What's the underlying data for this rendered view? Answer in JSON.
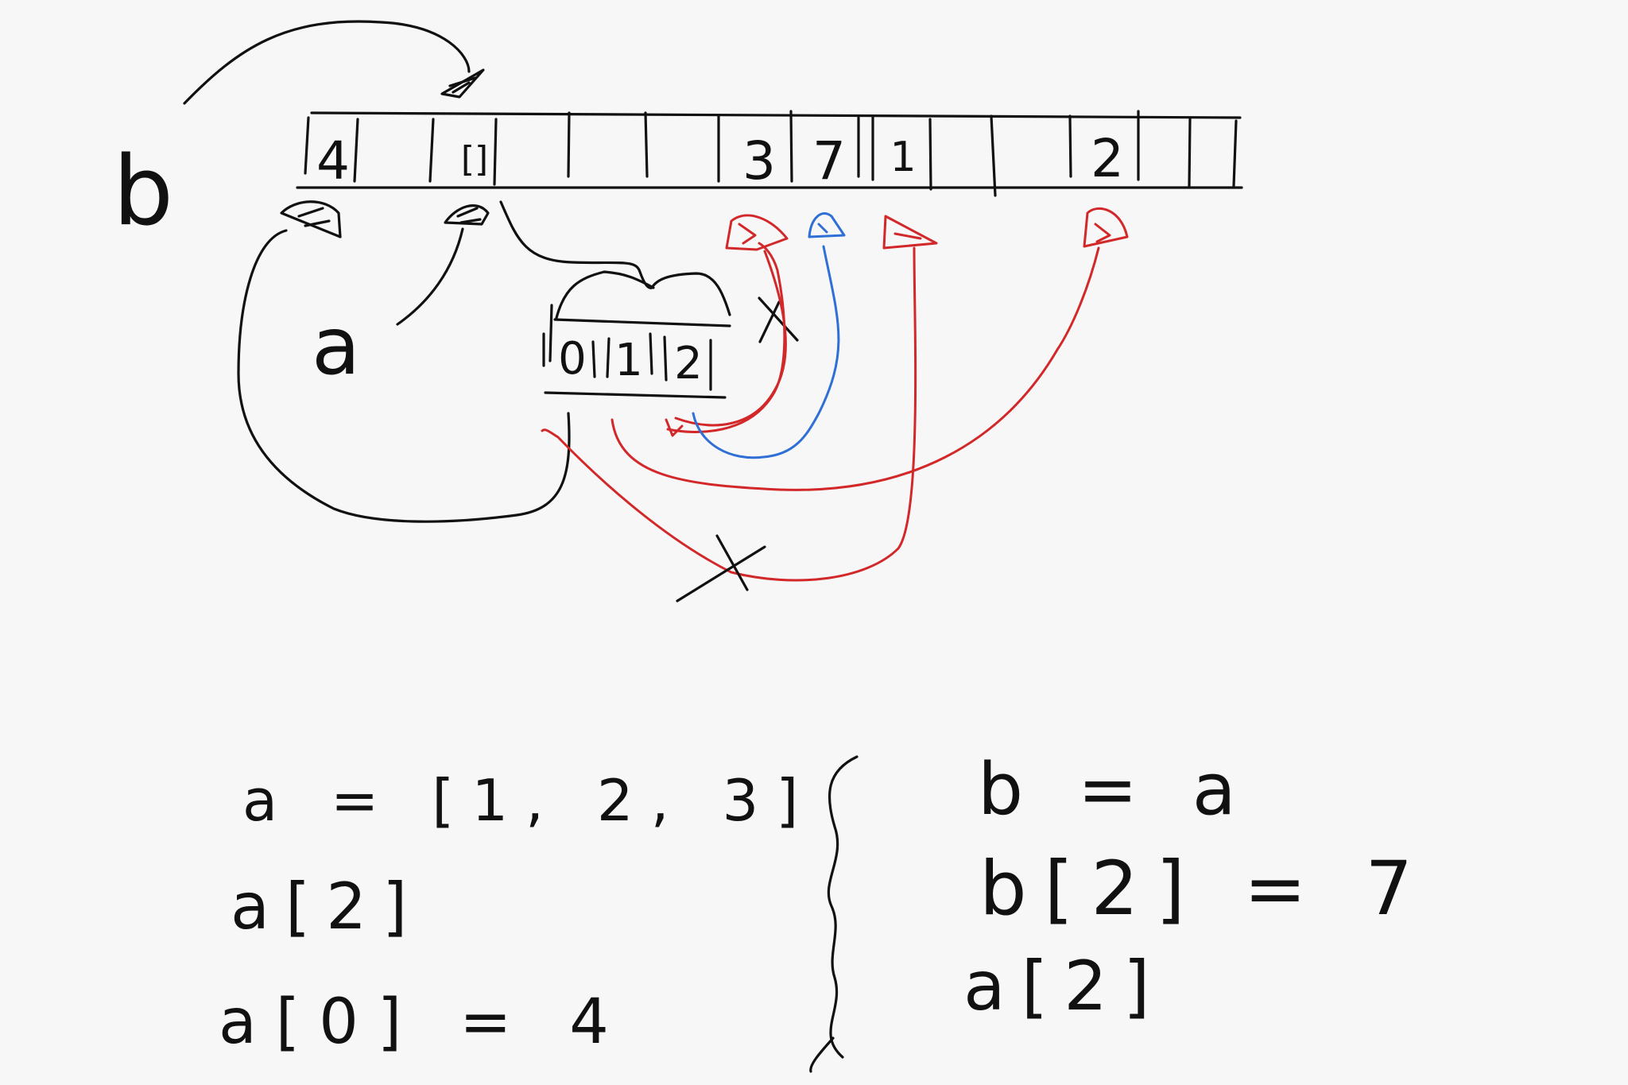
{
  "colors": {
    "background": "#f7f7f7",
    "ink": "#111111",
    "red_ink": "#d2282a",
    "blue_ink": "#2f6fd6"
  },
  "memory": {
    "cells": [
      "4",
      "[]",
      "",
      "",
      "3",
      "7",
      "1",
      "",
      "2",
      "",
      ""
    ]
  },
  "variables": {
    "b_label": "b",
    "a_label": "a"
  },
  "small_array": {
    "cells": [
      "0",
      "1",
      "2"
    ]
  },
  "code_left": [
    "a = [1, 2, 3]",
    "a[2]",
    "a[0] = 4"
  ],
  "code_right": [
    "b = a",
    "b[2] = 7",
    "a[2]"
  ]
}
